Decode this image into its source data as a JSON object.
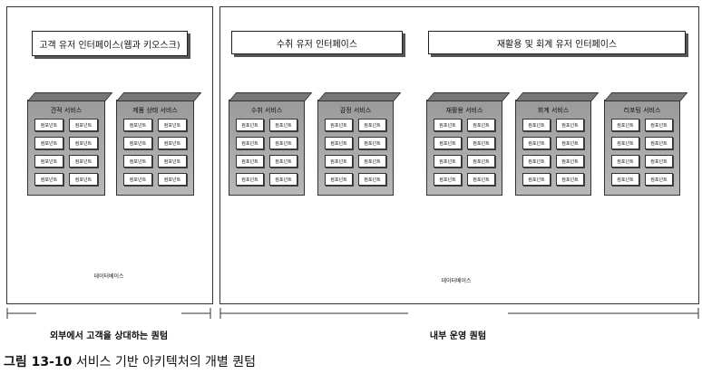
{
  "left_panel": {
    "ui": "고객 유저 인터페이스(웹과 키오스크)",
    "services": [
      {
        "name": "견적 서비스",
        "components": [
          "컴포넌트",
          "컴포넌트",
          "컴포넌트",
          "컴포넌트",
          "컴포넌트",
          "컴포넌트",
          "컴포넌트",
          "컴포넌트"
        ]
      },
      {
        "name": "제품 상태 서비스",
        "components": [
          "컴포넌트",
          "컴포넌트",
          "컴포넌트",
          "컴포넌트",
          "컴포넌트",
          "컴포넌트",
          "컴포넌트",
          "컴포넌트"
        ]
      }
    ],
    "database": "데이터베이스",
    "realm": "외부에서 고객을 상대하는 퀀텀"
  },
  "right_panel": {
    "ui_left": "수취 유저 인터페이스",
    "ui_right": "재활용 및 회계 유저 인터페이스",
    "services": [
      {
        "name": "수취 서비스",
        "components": [
          "컴포넌트",
          "컴포넌트",
          "컴포넌트",
          "컴포넌트",
          "컴포넌트",
          "컴포넌트",
          "컴포넌트",
          "컴포넌트"
        ]
      },
      {
        "name": "감정 서비스",
        "components": [
          "컴포넌트",
          "컴포넌트",
          "컴포넌트",
          "컴포넌트",
          "컴포넌트",
          "컴포넌트",
          "컴포넌트",
          "컴포넌트"
        ]
      },
      {
        "name": "재활용 서비스",
        "components": [
          "컴포넌트",
          "컴포넌트",
          "컴포넌트",
          "컴포넌트",
          "컴포넌트",
          "컴포넌트",
          "컴포넌트",
          "컴포넌트"
        ]
      },
      {
        "name": "회계 서비스",
        "components": [
          "컴포넌트",
          "컴포넌트",
          "컴포넌트",
          "컴포넌트",
          "컴포넌트",
          "컴포넌트",
          "컴포넌트",
          "컴포넌트"
        ]
      },
      {
        "name": "리포팅 서비스",
        "components": [
          "컴포넌트",
          "컴포넌트",
          "컴포넌트",
          "컴포넌트",
          "컴포넌트",
          "컴포넌트",
          "컴포넌트",
          "컴포넌트"
        ]
      }
    ],
    "database": "데이터베이스",
    "realm": "내부 운영 퀀텀"
  },
  "caption": {
    "number": "그림 13-10",
    "text": "서비스 기반 아키텍처의 개별 퀀텀"
  }
}
